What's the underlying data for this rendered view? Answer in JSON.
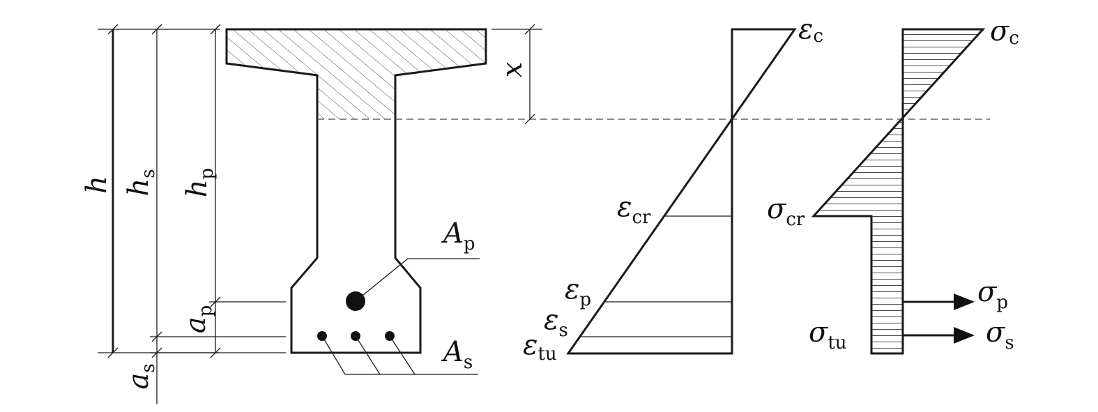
{
  "labels": {
    "h": {
      "main": "h",
      "sub": ""
    },
    "h_s": {
      "main": "h",
      "sub": "s"
    },
    "h_p": {
      "main": "h",
      "sub": "p"
    },
    "a_p": {
      "main": "a",
      "sub": "p"
    },
    "a_s": {
      "main": "a",
      "sub": "s"
    },
    "x": {
      "main": "x",
      "sub": ""
    },
    "A_p": {
      "main": "A",
      "sub": "p"
    },
    "A_s": {
      "main": "A",
      "sub": "s"
    },
    "eps_c": {
      "main": "ε",
      "sub": "c"
    },
    "eps_cr": {
      "main": "ε",
      "sub": "cr"
    },
    "eps_p": {
      "main": "ε",
      "sub": "p"
    },
    "eps_s": {
      "main": "ε",
      "sub": "s"
    },
    "eps_tu": {
      "main": "ε",
      "sub": "tu"
    },
    "sig_c": {
      "main": "σ",
      "sub": "c"
    },
    "sig_cr": {
      "main": "σ",
      "sub": "cr"
    },
    "sig_tu": {
      "main": "σ",
      "sub": "tu"
    },
    "sig_p": {
      "main": "σ",
      "sub": "p"
    },
    "sig_s": {
      "main": "σ",
      "sub": "s"
    }
  },
  "colors": {
    "line": "#1a1a1a",
    "background": "#ffffff"
  }
}
